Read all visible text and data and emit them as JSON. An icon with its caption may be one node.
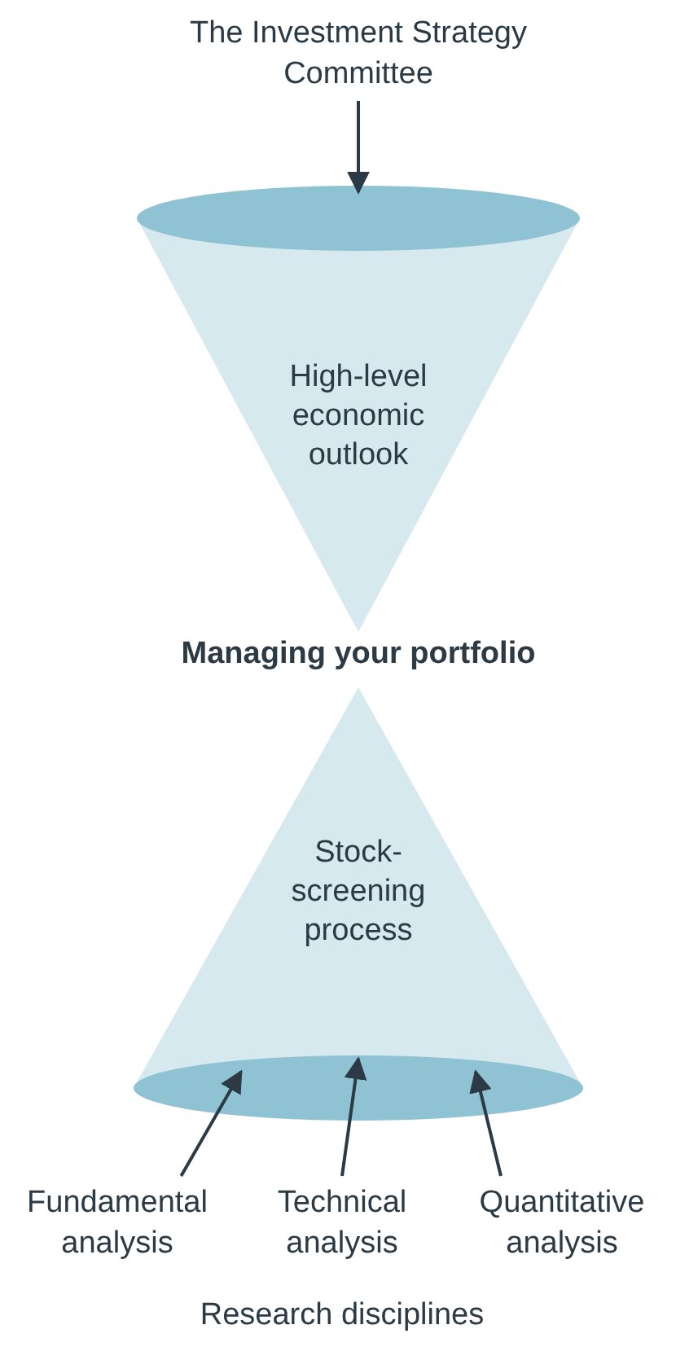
{
  "diagram": {
    "nodes": [
      {
        "text": [
          "The Investment Strategy Committee"
        ]
      },
      {
        "text": [
          "High-level economic outlook"
        ]
      },
      {
        "text": [
          "Stock-screening process"
        ]
      },
      {
        "text": [
          "Fundamental analysis"
        ]
      },
      {
        "text": [
          "Technical analysis"
        ]
      },
      {
        "text": [
          "Quantitative analysis"
        ]
      }
    ],
    "edges": [
      {
        "from": 0,
        "to": 1,
        "arrow": "to"
      },
      {
        "from": 3,
        "to": 2,
        "arrow": "to"
      },
      {
        "from": 4,
        "to": 2,
        "arrow": "to"
      },
      {
        "from": 5,
        "to": 2,
        "arrow": "to"
      }
    ],
    "labels": [
      "Managing your portfolio",
      "Research disciplines"
    ]
  }
}
